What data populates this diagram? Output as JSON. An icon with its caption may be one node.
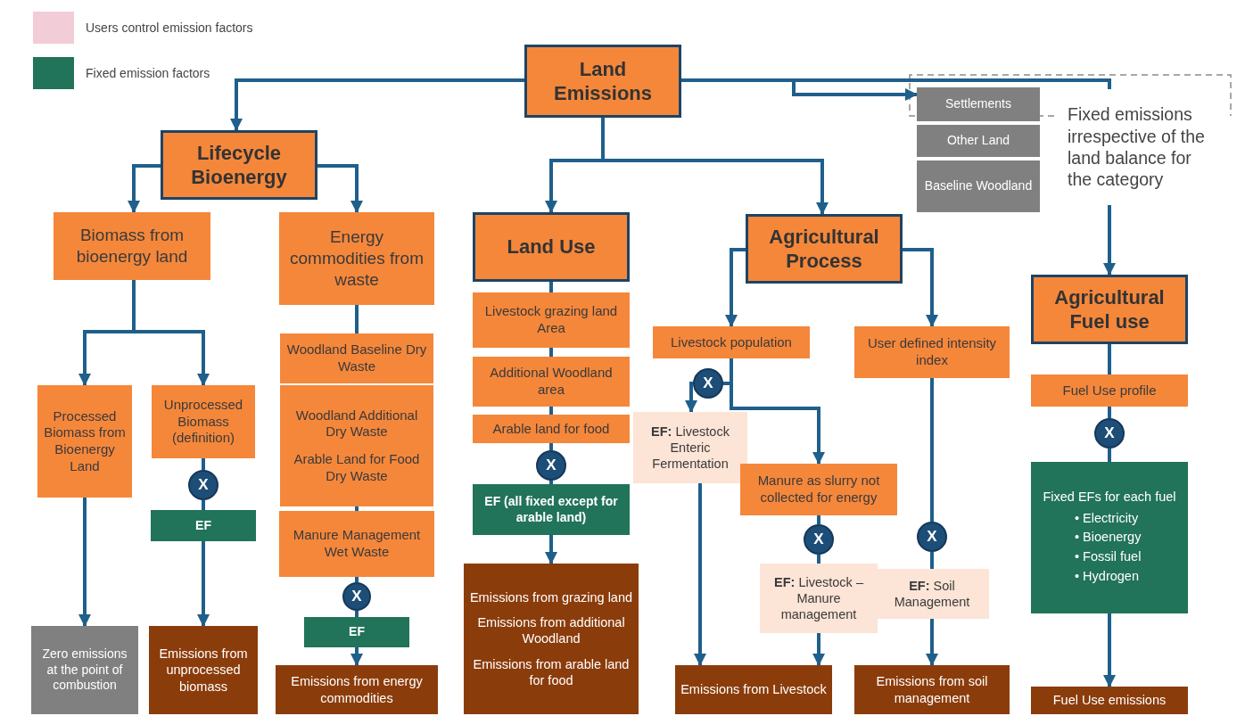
{
  "diagram": {
    "nodes": [
      {
        "text": [
          "Land Emissions"
        ]
      },
      {
        "text": [
          "Lifecycle Bioenergy"
        ]
      },
      {
        "text": [
          "Land Use"
        ]
      },
      {
        "text": [
          "Agricultural Process"
        ]
      },
      {
        "text": [
          "Settlements"
        ]
      },
      {
        "text": [
          "Other Land"
        ]
      },
      {
        "text": [
          "Baseline Woodland"
        ]
      },
      {
        "text": [
          "Fixed emissions irrespective of the land balance for the category"
        ]
      },
      {
        "text": [
          "Agricultural Fuel use"
        ]
      },
      {
        "text": [
          "Biomass from bioenergy land"
        ]
      },
      {
        "text": [
          "Energy commodities from waste"
        ]
      },
      {
        "text": [
          "Processed Biomass from Bioenergy Land"
        ]
      },
      {
        "text": [
          "Unprocessed Biomass (definition)"
        ]
      },
      {
        "text": [
          "X"
        ]
      },
      {
        "text": [
          "EF"
        ]
      },
      {
        "text": [
          "Zero emissions at the point of combustion"
        ]
      },
      {
        "text": [
          "Emissions from unprocessed biomass"
        ]
      },
      {
        "text": [
          "Woodland Baseline Dry Waste"
        ]
      },
      {
        "text": [
          "Woodland Additional Dry Waste",
          "Arable Land for Food Dry Waste"
        ]
      },
      {
        "text": [
          "Manure Management Wet Waste"
        ]
      },
      {
        "text": [
          "X"
        ]
      },
      {
        "text": [
          "EF"
        ]
      },
      {
        "text": [
          "Emissions from energy commodities"
        ]
      },
      {
        "text": [
          "Livestock grazing land Area"
        ]
      },
      {
        "text": [
          "Additional Woodland area"
        ]
      },
      {
        "text": [
          "Arable land for food"
        ]
      },
      {
        "text": [
          "X"
        ]
      },
      {
        "text": [
          "EF (all fixed except for arable land)"
        ]
      },
      {
        "text": [
          "Emissions from grazing land",
          "Emissions from additional Woodland",
          "Emissions from arable land for food"
        ]
      },
      {
        "text": [
          "Livestock population"
        ]
      },
      {
        "text": [
          "X"
        ]
      },
      {
        "text": [
          "**EF:** Livestock Enteric Fermentation"
        ]
      },
      {
        "text": [
          "Manure as slurry not collected for energy"
        ]
      },
      {
        "text": [
          "X"
        ]
      },
      {
        "text": [
          "**EF:** Livestock – Manure management"
        ]
      },
      {
        "text": [
          "Emissions from Livestock"
        ]
      },
      {
        "text": [
          "User defined intensity index"
        ]
      },
      {
        "text": [
          "X"
        ]
      },
      {
        "text": [
          "**EF:** Soil Management"
        ]
      },
      {
        "text": [
          "Emissions from soil management"
        ]
      },
      {
        "text": [
          "Fuel Use profile"
        ]
      },
      {
        "text": [
          "X"
        ]
      },
      {
        "text": [
          "Fixed EFs for each fuel",
          "• Electricity",
          "• Bioenergy",
          "• Fossil fuel",
          "• Hydrogen"
        ]
      },
      {
        "text": [
          "Fuel Use emissions"
        ]
      }
    ],
    "edges": [
      {
        "from": 0,
        "to": 1,
        "arrow": "to"
      },
      {
        "from": 0,
        "to": 2,
        "arrow": "to"
      },
      {
        "from": 0,
        "to": 3,
        "arrow": "to"
      },
      {
        "from": 0,
        "to": 4,
        "arrow": "to"
      },
      {
        "from": 0,
        "to": 7,
        "arrow": "none"
      },
      {
        "from": 7,
        "to": 8,
        "arrow": "to"
      },
      {
        "from": 1,
        "to": 9,
        "arrow": "to"
      },
      {
        "from": 1,
        "to": 10,
        "arrow": "to"
      },
      {
        "from": 9,
        "to": 11,
        "arrow": "to"
      },
      {
        "from": 9,
        "to": 12,
        "arrow": "to"
      },
      {
        "from": 11,
        "to": 15,
        "arrow": "to"
      },
      {
        "from": 12,
        "to": 13,
        "arrow": "none"
      },
      {
        "from": 13,
        "to": 14,
        "arrow": "none"
      },
      {
        "from": 14,
        "to": 16,
        "arrow": "to"
      },
      {
        "from": 10,
        "to": 17,
        "arrow": "none"
      },
      {
        "from": 18,
        "to": 19,
        "arrow": "none"
      },
      {
        "from": 19,
        "to": 20,
        "arrow": "none"
      },
      {
        "from": 20,
        "to": 21,
        "arrow": "none"
      },
      {
        "from": 21,
        "to": 22,
        "arrow": "to"
      },
      {
        "from": 2,
        "to": 23,
        "arrow": "none"
      },
      {
        "from": 23,
        "to": 24,
        "arrow": "none"
      },
      {
        "from": 24,
        "to": 25,
        "arrow": "none"
      },
      {
        "from": 25,
        "to": 26,
        "arrow": "none"
      },
      {
        "from": 26,
        "to": 27,
        "arrow": "none"
      },
      {
        "from": 27,
        "to": 28,
        "arrow": "to"
      },
      {
        "from": 3,
        "to": 29,
        "arrow": "to"
      },
      {
        "from": 3,
        "to": 36,
        "arrow": "to"
      },
      {
        "from": 29,
        "to": 30,
        "arrow": "none"
      },
      {
        "from": 30,
        "to": 31,
        "arrow": "to"
      },
      {
        "from": 29,
        "to": 32,
        "arrow": "to"
      },
      {
        "from": 31,
        "to": 35,
        "arrow": "to"
      },
      {
        "from": 32,
        "to": 33,
        "arrow": "none"
      },
      {
        "from": 33,
        "to": 34,
        "arrow": "none"
      },
      {
        "from": 34,
        "to": 35,
        "arrow": "to"
      },
      {
        "from": 36,
        "to": 37,
        "arrow": "none"
      },
      {
        "from": 37,
        "to": 38,
        "arrow": "none"
      },
      {
        "from": 38,
        "to": 39,
        "arrow": "to"
      },
      {
        "from": 8,
        "to": 40,
        "arrow": "none"
      },
      {
        "from": 40,
        "to": 41,
        "arrow": "none"
      },
      {
        "from": 41,
        "to": 42,
        "arrow": "none"
      },
      {
        "from": 42,
        "to": 43,
        "arrow": "to"
      }
    ],
    "legend": [
      {
        "text": "Users control emission factors",
        "color": "#f2ccd6"
      },
      {
        "text": "Fixed emission factors",
        "color": "#217359"
      }
    ]
  }
}
